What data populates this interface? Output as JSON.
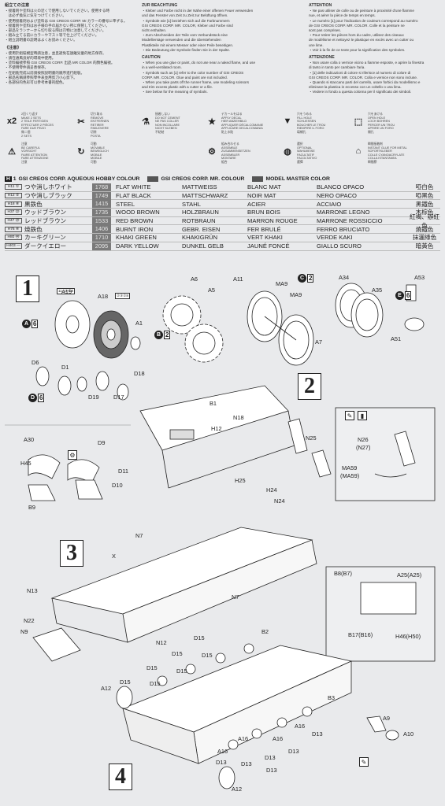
{
  "cautions": {
    "jp": {
      "title": "組立ての注意",
      "lines": [
        "・接着剤や塗料は火の近くで使用しないでください。使用する時",
        "　は必ず換気に気をつけてください。",
        "・使用接着剤および塗料は GSI CREOS CORP. Mr.カラーの番号に準ずる。",
        "・接着剤や塗料はお子様の手の届かない所に保管してください。",
        "・部品をランナーから切り取る際は刃物に注意してください。",
        "・組み立てる前にカラーやマスト等で仕上げてください。",
        "・組立説明書の説明はよくお読みください。"
      ],
      "title2": "《注意》",
      "lines2": [
        "・使用於組裝模型時請注意，並且避免在遠離兒童的地方保存。",
        "・請在通風良好的環境中使用。",
        "・塗料編號參照 GSI CREOS CORP. 出品 MR COLOR 的顏色編號。",
        "・不使用零件請妥善保存。",
        "・在組裝完成以前請按照說明書的順序進行組裝。",
        "・部品名稱請參照零件表並用剪刀小心剪下。",
        "・各部份的色彩可以參考本書的配色。"
      ]
    },
    "de": {
      "title": "ZUR BEACHTUNG",
      "lines": [
        "・Kleber und Farbe nicht in der Nähe einer offenen Feuer verwenden",
        "  und das Fenster von Zeit zu Zeit zur Belüftung öffnen.",
        "・Symbole wie [1] beziehen sich auf die Farbnummern",
        "  GSI CREOS CORP. MR. COLOR, Kleber und Farbe sind",
        "  nicht enthalten.",
        "・Zum Abschneiden der Teile vom Verbundstück eine",
        "  Modelliersäge verwenden und die überstehenden",
        "  Plastikteile mit einem Messer oder einer Feile beseitigen.",
        "・Die Bedeutung der Symbole finden Sie in der Spalte."
      ],
      "title2": "CAUTION",
      "lines2": [
        "・When you use glue or paint, do not use near a naked flame, and use",
        "  in a well-ventilated room.",
        "・Symbols such as [1] refer to the color number of GSI CREOS",
        "  CORP. MR. COLOR. Glue and paint are not included.",
        "・When you take parts off the runner frame, use modeling scissors",
        "  and trim excess plastic with a cutter or a file.",
        "・See below for the meaning of symbols."
      ]
    },
    "fr": {
      "title": "ATTENTION",
      "lines": [
        "・Ne pas utiliser de colle ou de peinture à proximité d'une flamme",
        "  nue, et aérer la pièce de temps en temps.",
        "・Le numéro [1] pour l'indication de couleurs correspond au numéro",
        "  de GSI CREOS CORP. MR. COLOR. Colle et la peinture ne",
        "  sont pas comprises.",
        "・Pour retirer les pièces hors du cadre, utilisez des ciseaux",
        "  de modélisme et nettoyez le plastique en excès avec un cutter ou",
        "  une lime.",
        "・Voir à la fin de ce texte pour la signification des symboles."
      ],
      "title2": "ATTENZIONE",
      "lines2": [
        "・Non usare colla o vernice vicino a fiamme esposte, e aprire la finestra",
        "  di tanto in tanto per cambiare l'aria.",
        "・[1] delle indicazioni di colore si riferisce al numero di colore di",
        "  GSI CREOS CORP. MR. COLOR. Colla e vernice non sono incluse.",
        "・Quando si staccano parti del carrello, usare forbici da modellismo e",
        "  eliminare la plastica in eccesso con un coltello o una lima.",
        "・Vedere in fondo a questa colonna per il significato dei simboli."
      ]
    }
  },
  "symbols": [
    {
      "icon": "x2",
      "icon_name": "repeat-icon",
      "text": "2回くり返す\nMAKE 2 SETS\n2 TEILE FERTIGEN\nEFFECTUER 2 PIÈCES\nFARE DUE PEZZI\n做二個\n2 SETS"
    },
    {
      "icon": "✂",
      "icon_name": "cut-icon",
      "text": "切り取る\nREMOVE\nENTFERNEN\nRETIRER\nRIMUOVERE\n切除\nPOSTA"
    },
    {
      "icon": "⚗",
      "icon_name": "glue-icon",
      "text": "接着しない\nDO NOT CEMENT\nNE PAS COLLER\nNON INCOLLARE\nNICHT KLEBEN\n不粘結"
    },
    {
      "icon": "★",
      "icon_name": "decal-icon",
      "text": "デカールをはる\nAPPLY DECAL\nHIER ABZIEHBILD\nAPPLIQUER DÉCALCOMANIE\nAPPLICARE DECALCOMANIA\n貼上水貼"
    },
    {
      "icon": "▼",
      "icon_name": "fill-hole-icon",
      "text": "穴をうめる\nFILL HOLE\nSCHLIESSEN\nBOUCHER LE TROU\nRIEMPIRE IL FORO\n填補孔"
    },
    {
      "icon": "⬚",
      "icon_name": "drill-hole-icon",
      "text": "穴をあける\nOPEN HOLE\nLOCH BOHREN\nPERCER UN TROU\nAPRIRE UN FORO\n開孔"
    },
    {
      "icon": "⚠",
      "icon_name": "caution-icon",
      "text": "注意\nBE CAREFUL\nVORSICHT\nFAIRE ATTENTION\nFARE ATTENZIONE\n注意"
    },
    {
      "icon": "↻",
      "icon_name": "rotate-icon",
      "text": "可動\nMOVABLE\nBEWEGLICH\nMOBILE\nMOBILE\n可動"
    },
    {
      "icon": "⚙",
      "icon_name": "assemble-icon",
      "text": "組み合わせる\nASSEMBLE\nZUSAMMENSETZEN\nASSEMBLER\nMONTARE\n組合"
    },
    {
      "icon": "◍",
      "icon_name": "option-icon",
      "text": "選択\nOPTIONAL\nWAHLWEISE\nFACULTATIF\nFACOLTATIVO\n選擇"
    },
    {
      "icon": "⌂",
      "icon_name": "metal-glue-icon",
      "text": "瞬間接着剤\nINSTANT GLUE FOR METAL\nSOFORTKLEBER\nCOLLE CYANOACRYLATE\nCOLLA ISTANTANEA\n瞬間膠"
    }
  ],
  "color_table": {
    "heading_h": "H",
    "heading_h_num": "1",
    "heading_aqueous": "GSI CREOS CORP. AQUEOUS HOBBY COLOUR",
    "heading_mr": "GSI CREOS CORP. MR. COLOUR",
    "heading_master": "MODEL MASTER COLOR",
    "rows": [
      {
        "code": "H11 ①",
        "jp": "つや消しホワイト",
        "no": "1768",
        "en": "FLAT WHITE",
        "de": "MATTWEISS",
        "fr": "BLANC MAT",
        "it": "BLANCO OPACO",
        "cn": "啞白色"
      },
      {
        "code": "H12 ②",
        "jp": "つや消しブラック",
        "no": "1749",
        "en": "FLAT BLACK",
        "de": "MATTSCHWARZ",
        "fr": "NOIR MAT",
        "it": "NERO OPACO",
        "cn": "啞黑色"
      },
      {
        "code": "H18 ⑧",
        "jp": "黒鉄色",
        "no": "1415",
        "en": "STEEL",
        "de": "STAHL",
        "fr": "ACIER",
        "it": "ACCIAIO",
        "cn": "黑鐵色"
      },
      {
        "code": "H37 ㉓",
        "jp": "ウッドブラウン",
        "no": "1735",
        "en": "WOOD BROWN",
        "de": "HOLZBRAUN",
        "fr": "BRUN BOIS",
        "it": "MARRONE LEGNO",
        "cn": "木棕色"
      },
      {
        "code": "H47 ㉙",
        "jp": "レッドブラウン",
        "no": "1533",
        "en": "RED BROWN",
        "de": "ROTBRAUN",
        "fr": "MARRON ROUGE",
        "it": "MARRONE ROSSICCIO",
        "cn": "紅褐、辦紅色"
      },
      {
        "code": "H76 ⑥",
        "jp": "焼鉄色",
        "no": "1406",
        "en": "BURNT IRON",
        "de": "GEBR. EISEN",
        "fr": "FER BRULÉ",
        "it": "FERRO BRUCIATO",
        "cn": "燒鐵色"
      },
      {
        "code": "H80 ㊹",
        "jp": "カーキグリーン",
        "no": "1710",
        "en": "KHAKI GREEN",
        "de": "KHAKIGRÜN",
        "fr": "VERT KHAKI",
        "it": "VERDE KAKI",
        "cn": "抹灑綠色"
      },
      {
        "code": "H403 —",
        "jp": "ダークイエロー",
        "no": "2095",
        "en": "DARK YELLOW",
        "de": "DUNKEL GELB",
        "fr": "JAUNÉ FONCÉ",
        "it": "GIALLO SCURO",
        "cn": "暗黃色"
      }
    ]
  },
  "assembly": {
    "steps": [
      "1",
      "2",
      "3",
      "4"
    ],
    "labels": {
      "a19": "A19",
      "a18": "A18",
      "a1": "A1",
      "a6": "A6",
      "a5": "A5",
      "a11": "A11",
      "ma9a": "MA9",
      "ma9b": "MA9",
      "a7": "A7",
      "a34": "A34",
      "a35": "A35",
      "a53": "A53",
      "a51": "A51",
      "d6": "D6",
      "d1": "D1",
      "d18": "D18",
      "d19": "D19",
      "d17": "D17",
      "b1": "B1",
      "h12": "H12",
      "n18": "N18",
      "n25": "N25",
      "h25": "H25",
      "h24": "H24",
      "n24": "N24",
      "n26": "N26",
      "n27": "(N27)",
      "ma59": "MA59",
      "ma59b": "(MA59)",
      "a30": "A30",
      "h45": "H45",
      "b9": "B9",
      "d9": "D9",
      "d11": "D11",
      "d10": "D10",
      "n7a": "N7",
      "x": "X",
      "n7b": "N7",
      "n13": "N13",
      "n22": "N22",
      "n9": "N9",
      "n12": "N12",
      "b2": "B2",
      "b8": "B8(B7)",
      "a25": "A25(A25)",
      "b17": "B17(B16)",
      "h46": "H46(H50)",
      "d15a": "D15",
      "d15b": "D15",
      "d15c": "D15",
      "d15d": "D15",
      "d15e": "D15",
      "d15f": "D15",
      "d15g": "D15",
      "a12a": "A12",
      "a12b": "A12",
      "b3": "B3",
      "a16a": "A16",
      "a16b": "A16",
      "a16c": "A16",
      "a16d": "A16",
      "d13a": "D13",
      "d13b": "D13",
      "d13c": "D13",
      "d13d": "D13",
      "d13e": "D13",
      "d13f": "D13",
      "a9": "A9",
      "a10": "A10"
    },
    "mults": {
      "a": {
        "letter": "A",
        "count": "6"
      },
      "b": {
        "letter": "B",
        "count": "2"
      },
      "c": {
        "letter": "C",
        "count": "2"
      },
      "d": {
        "letter": "D",
        "count": "6"
      },
      "e": {
        "letter": "E",
        "count": "6"
      }
    },
    "tags": {
      "t1": "11 13 ②8",
      "t2": "②③②8"
    }
  }
}
